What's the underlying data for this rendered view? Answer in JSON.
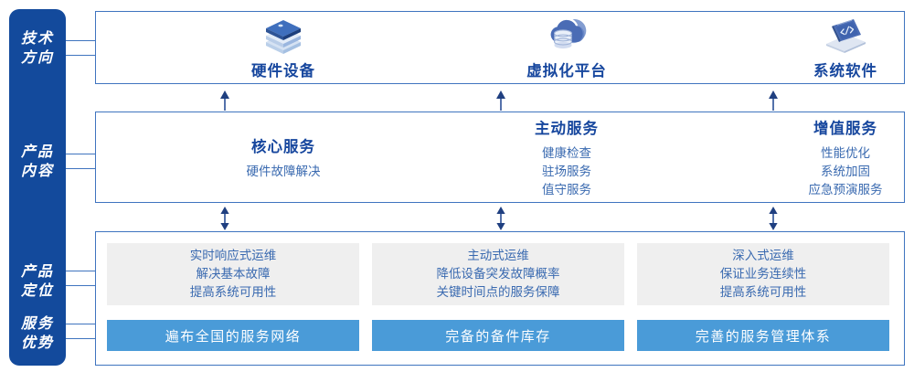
{
  "sidebar": {
    "color": "#134a9c",
    "labels": [
      {
        "name": "technology-direction",
        "line1": "技术",
        "line2": "方向"
      },
      {
        "name": "product-content",
        "line1": "产品",
        "line2": "内容"
      },
      {
        "name": "product-positioning",
        "line1": "产品",
        "line2": "定位"
      },
      {
        "name": "service-advantage",
        "line1": "服务",
        "line2": "优势"
      }
    ]
  },
  "section_tech": {
    "border_color": "#3f74bf",
    "columns": [
      {
        "icon": "server-stack-icon",
        "label": "硬件设备"
      },
      {
        "icon": "cloud-database-icon",
        "label": "虚拟化平台"
      },
      {
        "icon": "laptop-code-icon",
        "label": "系统软件"
      }
    ]
  },
  "section_content": {
    "columns": [
      {
        "title": "核心服务",
        "items": [
          "硬件故障解决"
        ]
      },
      {
        "title": "主动服务",
        "items": [
          "健康检查",
          "驻场服务",
          "值守服务"
        ]
      },
      {
        "title": "增值服务",
        "items": [
          "性能优化",
          "系统加固",
          "应急预演服务"
        ]
      }
    ]
  },
  "section_positioning": {
    "card_bg": "#efefef",
    "cards": [
      {
        "lines": [
          "实时响应式运维",
          "解决基本故障",
          "提高系统可用性"
        ]
      },
      {
        "lines": [
          "主动式运维",
          "降低设备突发故障概率",
          "关键时间点的服务保障"
        ]
      },
      {
        "lines": [
          "深入式运维",
          "保证业务连续性",
          "提高系统可用性"
        ]
      }
    ]
  },
  "section_advantage": {
    "bar_color": "#4a9bd8",
    "bars": [
      "遍布全国的服务网络",
      "完备的备件库存",
      "完善的服务管理体系"
    ]
  }
}
